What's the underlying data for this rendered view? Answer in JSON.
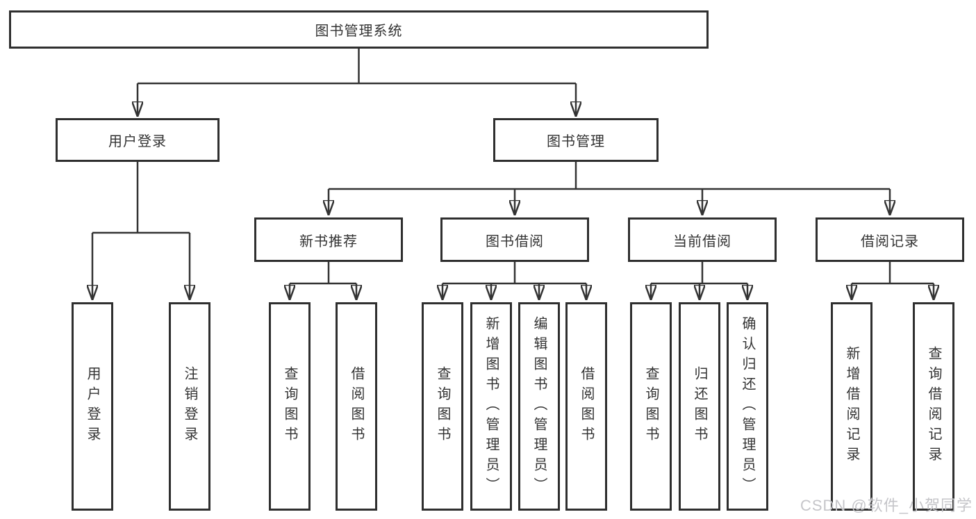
{
  "colors": {
    "line": "#333333",
    "box_border": "#2f2f2f",
    "text": "#333333",
    "watermark": "#c5c5c9",
    "background": "#ffffff"
  },
  "watermark": {
    "text": "CSDN @软件_小贺同学"
  },
  "tree": {
    "label": "图书管理系统",
    "children": [
      {
        "label": "用户登录",
        "children": [
          {
            "label": "用户登录"
          },
          {
            "label": "注销登录"
          }
        ]
      },
      {
        "label": "图书管理",
        "children": [
          {
            "label": "新书推荐",
            "children": [
              {
                "label": "查询图书"
              },
              {
                "label": "借阅图书"
              }
            ]
          },
          {
            "label": "图书借阅",
            "children": [
              {
                "label": "查询图书"
              },
              {
                "label": "新增图书（管理员）"
              },
              {
                "label": "编辑图书（管理员）"
              },
              {
                "label": "借阅图书"
              }
            ]
          },
          {
            "label": "当前借阅",
            "children": [
              {
                "label": "查询图书"
              },
              {
                "label": "归还图书"
              },
              {
                "label": "确认归还（管理员）"
              }
            ]
          },
          {
            "label": "借阅记录",
            "children": [
              {
                "label": "新增借阅记录"
              },
              {
                "label": "查询借阅记录"
              }
            ]
          }
        ]
      }
    ]
  }
}
